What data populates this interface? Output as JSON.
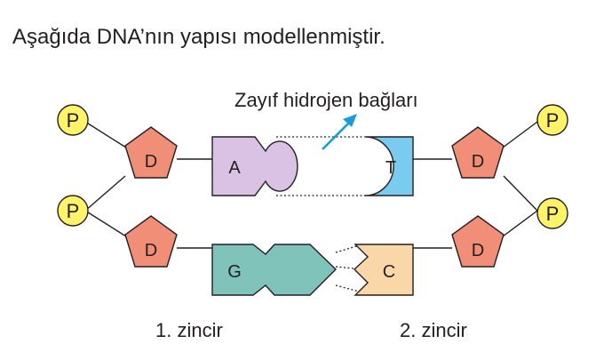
{
  "heading": "Aşağıda DNA’nın yapısı modellenmiştir.",
  "annotation": "Zayıf hidrojen bağları",
  "strand_labels": {
    "left": "1. zincir",
    "right": "2. zincir"
  },
  "molecules": {
    "phosphate": "P",
    "sugar": "D",
    "base_a": "A",
    "base_t": "T",
    "base_g": "G",
    "base_c": "C"
  },
  "colors": {
    "phosphate": "#fff36a",
    "sugar": "#f08e78",
    "adenine": "#d9c2e3",
    "thymine": "#79ccef",
    "guanine": "#7fc3bb",
    "cytosine": "#f9d7a9",
    "arrow": "#1b9bd7"
  }
}
